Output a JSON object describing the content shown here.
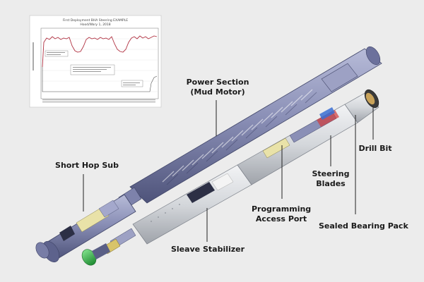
{
  "labels": {
    "power_section": "Power Section\n(Mud Motor)",
    "short_hop_sub": "Short Hop Sub",
    "drill_bit": "Drill Bit",
    "steering_blades": "Steering\nBlades",
    "programming_access_port": "Programming\nAccess Port",
    "sealed_bearing_pack": "Sealed Bearing Pack",
    "sleave_stabilizer": "Sleave Stabilizer"
  },
  "inset_chart": {
    "title_line1": "First Deployment BHA Steering EXAMPLE",
    "title_line2": "Hood/Wary 1, 2018"
  },
  "colors": {
    "background": "#ececec",
    "tool_body": "#8a8fb6",
    "tool_shadow": "#5a5f86",
    "sleeve": "#d6d9dc",
    "bit_green": "#39b54a",
    "chart_line": "#b03040",
    "label_text": "#1a1a1a"
  }
}
